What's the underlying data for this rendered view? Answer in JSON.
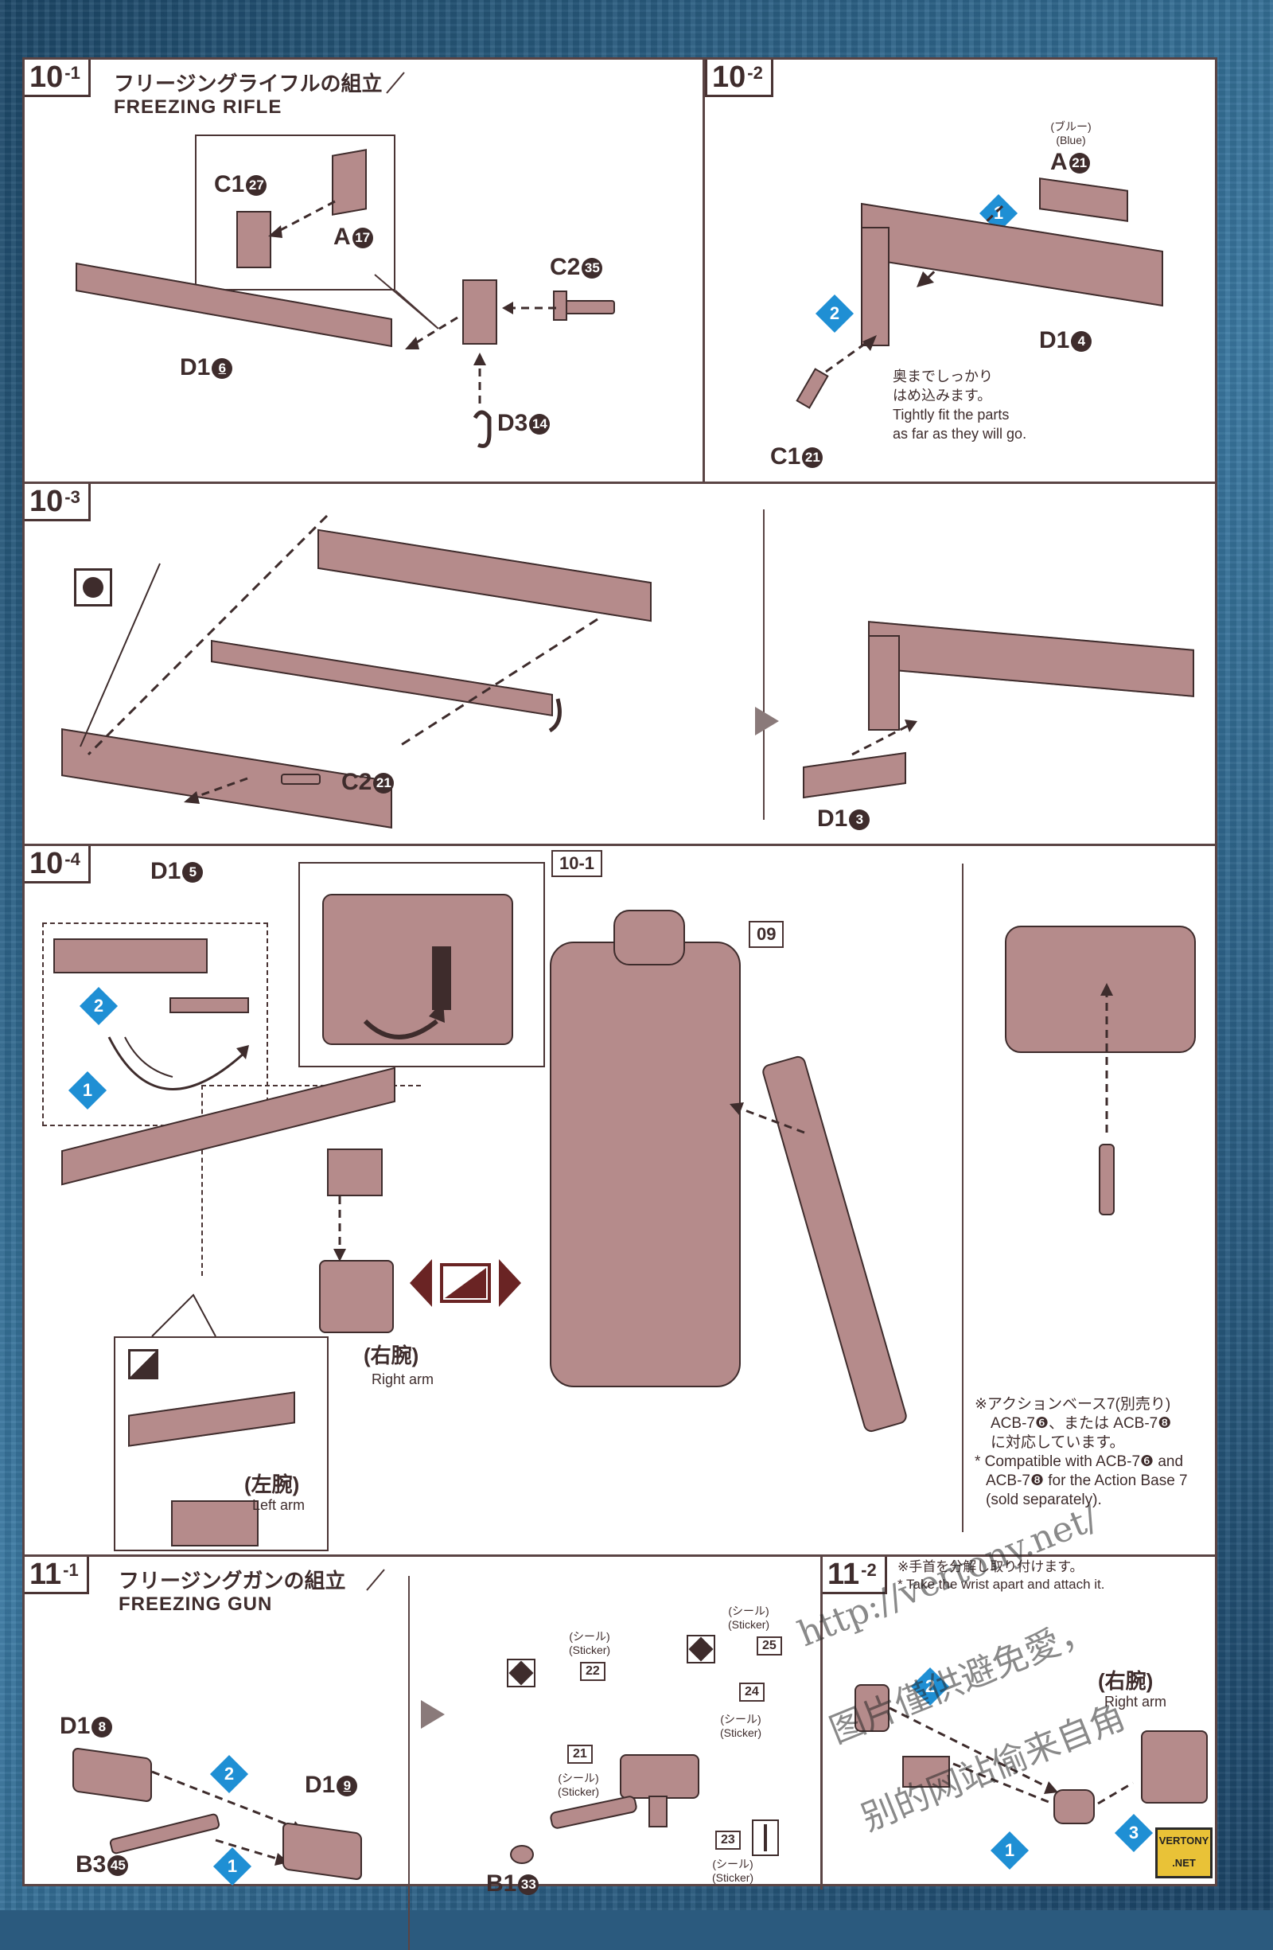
{
  "steps": {
    "s10_1": {
      "tab": "10",
      "tab_sub": "-1",
      "title_jp": "フリージングライフルの組立",
      "title_en": "FREEZING RIFLE",
      "parts": {
        "c1": {
          "code": "C1",
          "num": "27"
        },
        "a": {
          "code": "A",
          "num": "17"
        },
        "c2": {
          "code": "C2",
          "num": "35"
        },
        "d1": {
          "code": "D1",
          "num": "6"
        },
        "d3": {
          "code": "D3",
          "num": "14"
        }
      }
    },
    "s10_2": {
      "tab": "10",
      "tab_sub": "-2",
      "blue_jp": "(ブルー)",
      "blue_en": "(Blue)",
      "parts": {
        "a": {
          "code": "A",
          "num": "21"
        },
        "d1": {
          "code": "D1",
          "num": "4"
        },
        "c1": {
          "code": "C1",
          "num": "21"
        }
      },
      "badges": [
        "1",
        "2"
      ],
      "note_jp": [
        "奥までしっかり",
        "はめ込みます。"
      ],
      "note_en": [
        "Tightly fit the parts",
        "as far as they will go."
      ]
    },
    "s10_3": {
      "tab": "10",
      "tab_sub": "-3",
      "parts": {
        "c2": {
          "code": "C2",
          "num": "21"
        },
        "d1a": {
          "code": "D1",
          "num": "5"
        },
        "d1b": {
          "code": "D1",
          "num": "3"
        }
      },
      "ref": "10-1"
    },
    "s10_4": {
      "tab": "10",
      "tab_sub": "-4",
      "ref": "09",
      "badges": [
        "2",
        "1"
      ],
      "right_arm_jp": "(右腕)",
      "right_arm_en": "Right arm",
      "left_arm_jp": "(左腕)",
      "left_arm_en": "Left arm",
      "note_jp": [
        "※アクションベース7(別売り)",
        "ACB-7❻、または ACB-7❽",
        "に対応しています。"
      ],
      "note_en": [
        "* Compatible with ACB-7❻ and",
        "ACB-7❽ for the Action Base 7",
        "(sold separately)."
      ]
    },
    "s11_1": {
      "tab": "11",
      "tab_sub": "-1",
      "title_jp": "フリージングガンの組立",
      "title_en": "FREEZING GUN",
      "parts": {
        "d1a": {
          "code": "D1",
          "num": "8"
        },
        "d1b": {
          "code": "D1",
          "num": "9"
        },
        "b3": {
          "code": "B3",
          "num": "45"
        },
        "b1": {
          "code": "B1",
          "num": "33"
        }
      },
      "badges": [
        "2",
        "1"
      ],
      "sticker_jp": "(シール)",
      "sticker_en": "(Sticker)",
      "stickers": [
        "22",
        "25",
        "24",
        "21",
        "23"
      ]
    },
    "s11_2": {
      "tab": "11",
      "tab_sub": "-2",
      "note_jp": "※手首を分解し取り付けます。",
      "note_en": "* Take the wrist apart and attach it.",
      "right_arm_jp": "(右腕)",
      "right_arm_en": "Right arm",
      "badges": [
        "2",
        "1",
        "3"
      ]
    }
  },
  "watermark": {
    "url": "http://vertony.net/",
    "line1": "图片僅供避免愛，",
    "line2": "别的网站偷来自角"
  },
  "logo": {
    "line1": "VERTONY",
    "line2": ".NET"
  },
  "colors": {
    "ink": "#3e2c2c",
    "part_fill": "#b58b8b",
    "badge": "#1f8fd4",
    "bg": "#2b5a7e"
  }
}
